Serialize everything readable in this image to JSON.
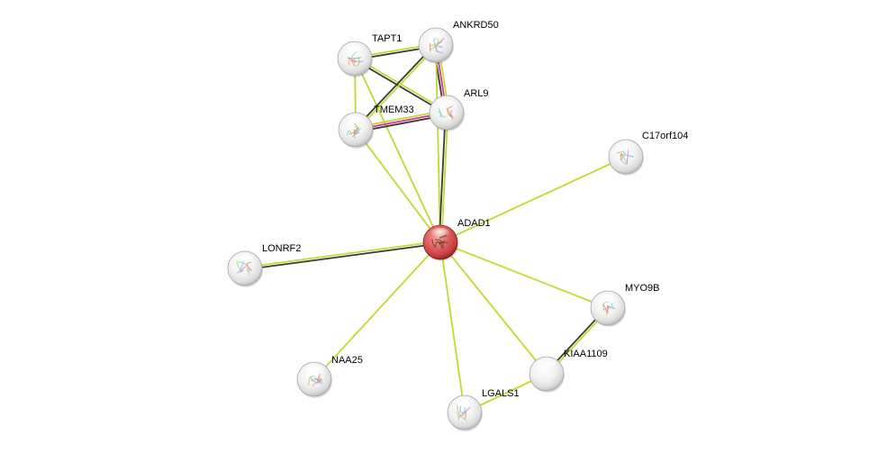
{
  "network": {
    "nodes": [
      {
        "id": "ADAD1",
        "label": "ADAD1",
        "query": true,
        "structure": true
      },
      {
        "id": "TAPT1",
        "label": "TAPT1",
        "structure": true
      },
      {
        "id": "ANKRD50",
        "label": "ANKRD50",
        "structure": true
      },
      {
        "id": "ARL9",
        "label": "ARL9",
        "structure": true
      },
      {
        "id": "TMEM33",
        "label": "TMEM33",
        "structure": true
      },
      {
        "id": "C17orf104",
        "label": "C17orf104",
        "structure": true
      },
      {
        "id": "LONRF2",
        "label": "LONRF2",
        "structure": true
      },
      {
        "id": "MYO9B",
        "label": "MYO9B",
        "structure": true
      },
      {
        "id": "KIAA1109",
        "label": "KIAA1109",
        "structure": false
      },
      {
        "id": "NAA25",
        "label": "NAA25",
        "structure": true
      },
      {
        "id": "LGALS1",
        "label": "LGALS1",
        "structure": true
      }
    ],
    "edges": [
      {
        "source": "TAPT1",
        "target": "ANKRD50",
        "evidence": [
          "textmining",
          "coexpression"
        ]
      },
      {
        "source": "TAPT1",
        "target": "ARL9",
        "evidence": [
          "textmining",
          "coexpression"
        ]
      },
      {
        "source": "TAPT1",
        "target": "TMEM33",
        "evidence": [
          "textmining"
        ]
      },
      {
        "source": "TAPT1",
        "target": "ADAD1",
        "evidence": [
          "textmining"
        ]
      },
      {
        "source": "ANKRD50",
        "target": "ARL9",
        "evidence": [
          "textmining",
          "experiments",
          "coexpression"
        ]
      },
      {
        "source": "ANKRD50",
        "target": "TMEM33",
        "evidence": [
          "textmining",
          "coexpression"
        ]
      },
      {
        "source": "ANKRD50",
        "target": "ADAD1",
        "evidence": [
          "textmining"
        ]
      },
      {
        "source": "TMEM33",
        "target": "ARL9",
        "evidence": [
          "textmining",
          "experiments",
          "coexpression"
        ]
      },
      {
        "source": "TMEM33",
        "target": "ADAD1",
        "evidence": [
          "textmining"
        ]
      },
      {
        "source": "ARL9",
        "target": "ADAD1",
        "evidence": [
          "textmining",
          "coexpression"
        ]
      },
      {
        "source": "C17orf104",
        "target": "ADAD1",
        "evidence": [
          "textmining"
        ]
      },
      {
        "source": "LONRF2",
        "target": "ADAD1",
        "evidence": [
          "textmining",
          "coexpression"
        ]
      },
      {
        "source": "MYO9B",
        "target": "ADAD1",
        "evidence": [
          "textmining"
        ]
      },
      {
        "source": "MYO9B",
        "target": "KIAA1109",
        "evidence": [
          "textmining",
          "coexpression"
        ]
      },
      {
        "source": "KIAA1109",
        "target": "ADAD1",
        "evidence": [
          "textmining"
        ]
      },
      {
        "source": "NAA25",
        "target": "ADAD1",
        "evidence": [
          "textmining"
        ]
      },
      {
        "source": "LGALS1",
        "target": "ADAD1",
        "evidence": [
          "textmining"
        ]
      },
      {
        "source": "LGALS1",
        "target": "KIAA1109",
        "evidence": [
          "textmining"
        ]
      }
    ],
    "colors": {
      "textmining": "#c4d82e",
      "coexpression": "#3a3a3a",
      "experiments": "#d0359b",
      "node_fill": "#f4f4f4",
      "query_fill": "#d84e4e"
    }
  }
}
